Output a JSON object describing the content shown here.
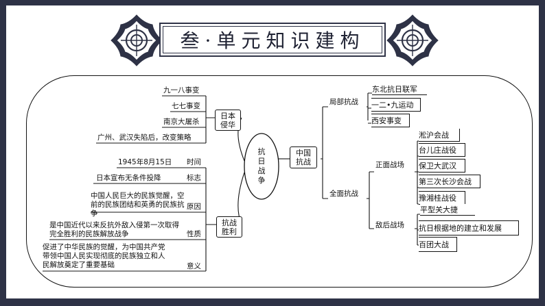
{
  "title": "叁·单元知识建构",
  "center": "抗日战争",
  "nodes": {
    "japan_invasion": "日本侵华",
    "victory": "抗战胜利",
    "china_war": "中国抗战",
    "local_war": "局部抗战",
    "full_war": "全面抗战",
    "front_battlefield": "正面战场",
    "rear_battlefield": "敌后战场"
  },
  "invasion_items": [
    "九一八事变",
    "七七事变",
    "南京大屠杀",
    "广州、武汉失陷后，改变策略"
  ],
  "victory_items": [
    {
      "value": "1945年8月15日",
      "key": "时间"
    },
    {
      "value": "日本宣布无条件投降",
      "key": "标志"
    },
    {
      "value": "中国人民巨大的民族觉醒，空前的民族团结和英勇的民族抗争",
      "key": "原因"
    },
    {
      "value": "是中国近代以来反抗外敌入侵第一次取得完全胜利的民族解放战争",
      "key": "性质"
    },
    {
      "value": "促进了中华民族的觉醒，为中国共产党带领中国人民实现彻底的民族独立和人民解放奠定了重要基础",
      "key": "意义"
    }
  ],
  "local_items": [
    "东北抗日联军",
    "一二•九运动",
    "西安事变"
  ],
  "front_items": [
    "淞沪会战",
    "台儿庄战役",
    "保卫大武汉",
    "第三次长沙会战",
    "豫湘桂战役"
  ],
  "rear_items": [
    "平型关大捷",
    "抗日根据地的建立和发展",
    "百团大战"
  ],
  "colors": {
    "background": "#2e3246",
    "slide": "#ffffff",
    "ink": "#111111"
  }
}
